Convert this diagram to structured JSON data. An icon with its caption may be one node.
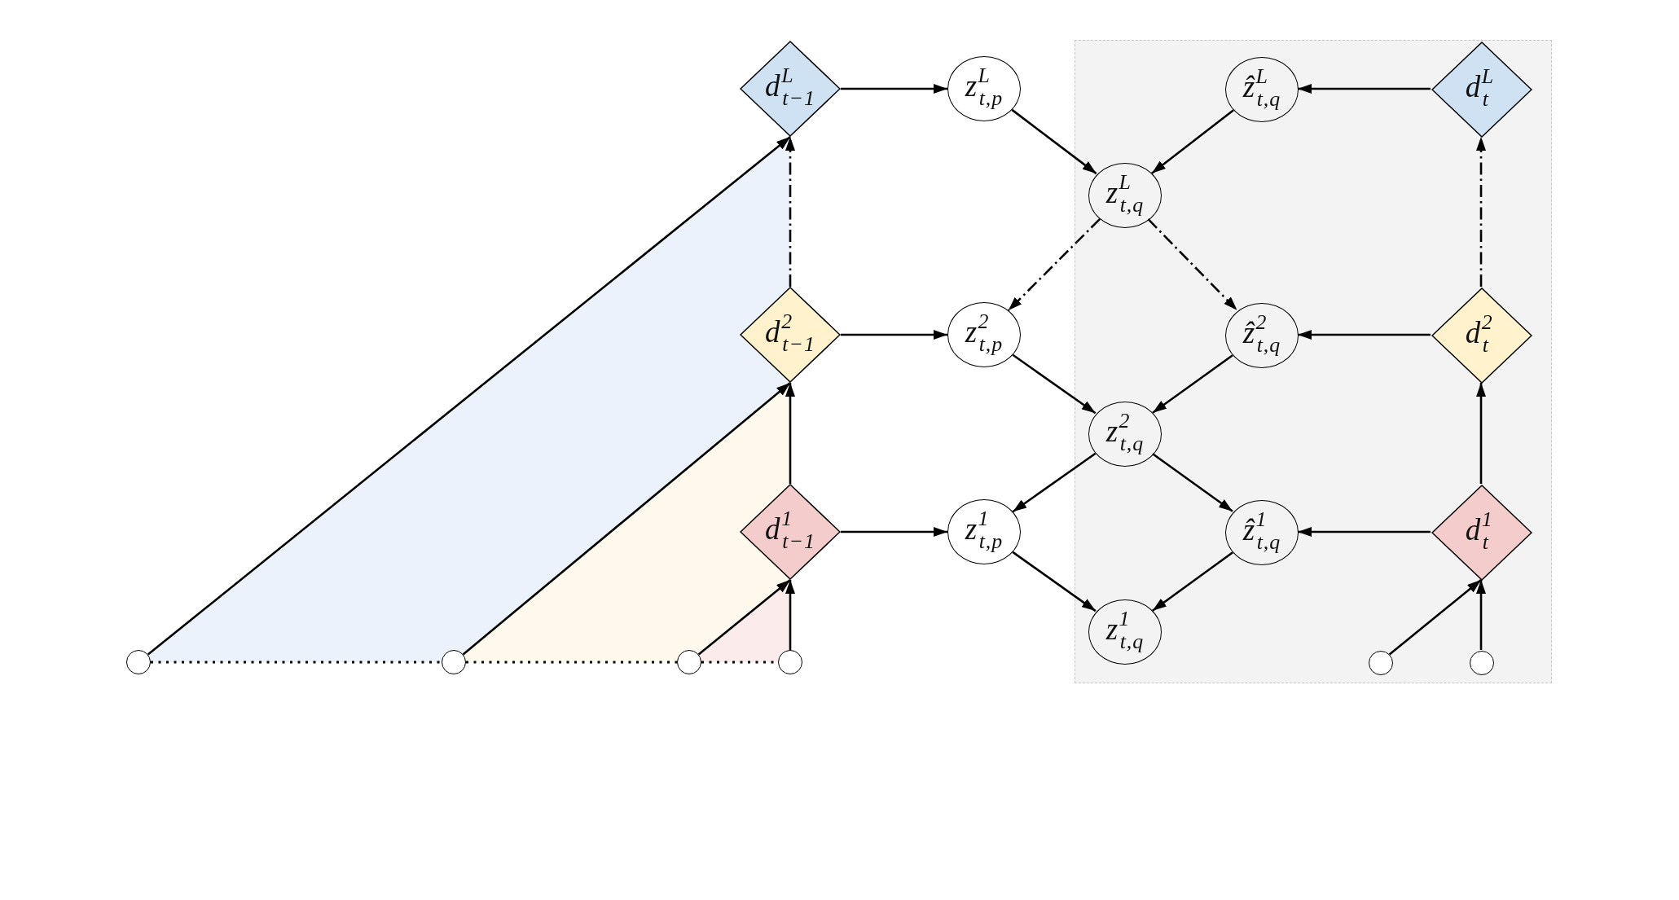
{
  "diagram": {
    "nodes": [
      {
        "text": [],
        "shape": "box"
      },
      {
        "text": [
          "d$^{L}$$_{t−1}$"
        ]
      },
      {
        "text": [
          "z$^{L}$$_{t,p}$"
        ]
      },
      {
        "text": [
          "ẑ$^{L}$$_{t,q}$"
        ],
        "in": 0
      },
      {
        "text": [
          "d$^{L}$$_{t}$"
        ],
        "in": 0
      },
      {
        "text": [
          "z$^{L}$$_{t,q}$"
        ],
        "in": 0
      },
      {
        "text": [
          "d$^{2}$$_{t−1}$"
        ]
      },
      {
        "text": [
          "z$^{2}$$_{t,p}$"
        ]
      },
      {
        "text": [
          "ẑ$^{2}$$_{t,q}$"
        ],
        "in": 0
      },
      {
        "text": [
          "d$^{2}$$_{t}$"
        ],
        "in": 0
      },
      {
        "text": [
          "z$^{2}$$_{t,q}$"
        ],
        "in": 0
      },
      {
        "text": [
          "d$^{1}$$_{t−1}$"
        ]
      },
      {
        "text": [
          "z$^{1}$$_{t,p}$"
        ]
      },
      {
        "text": [
          "ẑ$^{1}$$_{t,q}$"
        ],
        "in": 0
      },
      {
        "text": [
          "d$^{1}$$_{t}$"
        ],
        "in": 0
      },
      {
        "text": [
          "z$^{1}$$_{t,q}$"
        ],
        "in": 0
      },
      {
        "text": [],
        "shape": "circle"
      },
      {
        "text": [],
        "shape": "circle"
      },
      {
        "text": [],
        "shape": "circle"
      },
      {
        "text": [],
        "shape": "circle"
      },
      {
        "text": [],
        "shape": "circle",
        "in": 0
      },
      {
        "text": [],
        "shape": "circle",
        "in": 0
      }
    ],
    "edges": [
      {
        "from": 1,
        "to": 2,
        "arrow": "to"
      },
      {
        "from": 4,
        "to": 3,
        "arrow": "to"
      },
      {
        "from": 2,
        "to": 5,
        "arrow": "to"
      },
      {
        "from": 3,
        "to": 5,
        "arrow": "to"
      },
      {
        "from": 5,
        "to": 7,
        "arrow": "to",
        "style": "dashed"
      },
      {
        "from": 5,
        "to": 8,
        "arrow": "to",
        "style": "dashed"
      },
      {
        "from": 6,
        "to": 1,
        "arrow": "to",
        "style": "dashed"
      },
      {
        "from": 9,
        "to": 4,
        "arrow": "to",
        "style": "dashed"
      },
      {
        "from": 6,
        "to": 7,
        "arrow": "to"
      },
      {
        "from": 9,
        "to": 8,
        "arrow": "to"
      },
      {
        "from": 7,
        "to": 10,
        "arrow": "to"
      },
      {
        "from": 8,
        "to": 10,
        "arrow": "to"
      },
      {
        "from": 10,
        "to": 12,
        "arrow": "to"
      },
      {
        "from": 10,
        "to": 13,
        "arrow": "to"
      },
      {
        "from": 11,
        "to": 6,
        "arrow": "to"
      },
      {
        "from": 14,
        "to": 9,
        "arrow": "to"
      },
      {
        "from": 11,
        "to": 12,
        "arrow": "to"
      },
      {
        "from": 14,
        "to": 13,
        "arrow": "to"
      },
      {
        "from": 12,
        "to": 15,
        "arrow": "to"
      },
      {
        "from": 13,
        "to": 15,
        "arrow": "to"
      },
      {
        "from": 16,
        "to": 1,
        "arrow": "to"
      },
      {
        "from": 17,
        "to": 6,
        "arrow": "to"
      },
      {
        "from": 18,
        "to": 11,
        "arrow": "to"
      },
      {
        "from": 19,
        "to": 11,
        "arrow": "to"
      },
      {
        "from": 20,
        "to": 14,
        "arrow": "to"
      },
      {
        "from": 21,
        "to": 14,
        "arrow": "to"
      },
      {
        "from": 16,
        "to": 17,
        "arrow": "none",
        "style": "dashed"
      },
      {
        "from": 17,
        "to": 18,
        "arrow": "none",
        "style": "dashed"
      },
      {
        "from": 18,
        "to": 19,
        "arrow": "none",
        "style": "dashed"
      }
    ]
  }
}
